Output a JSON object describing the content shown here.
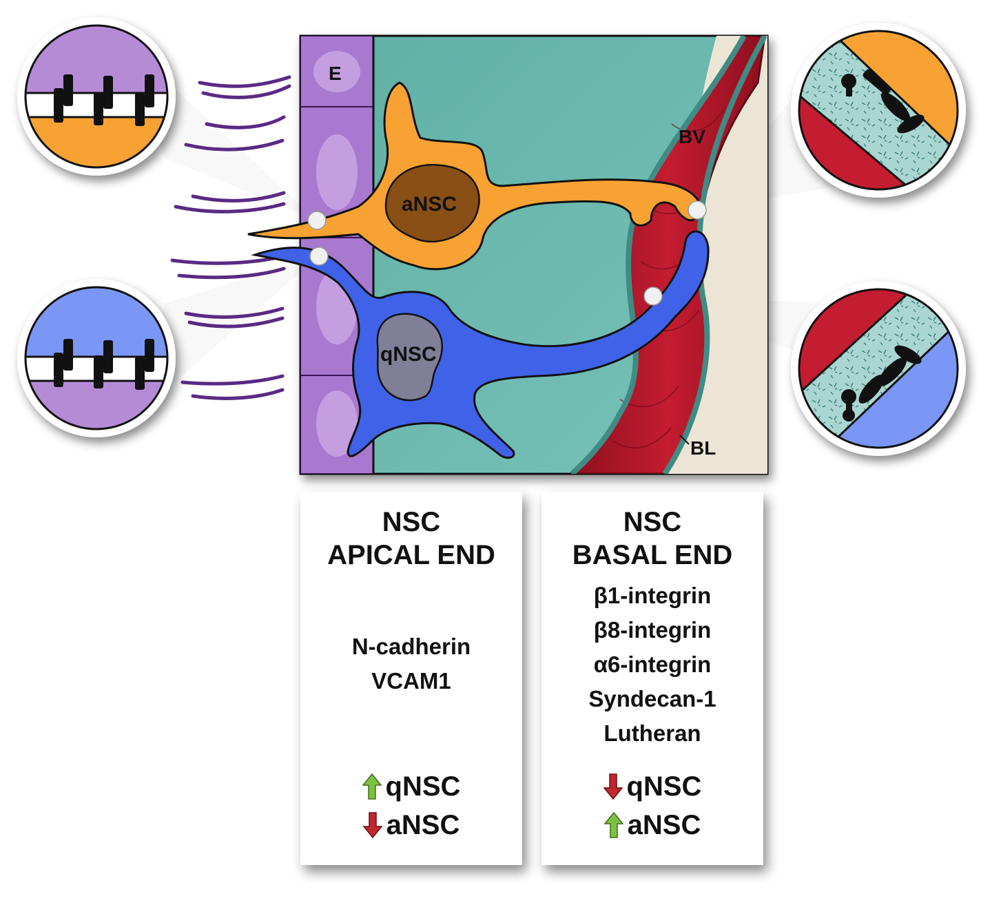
{
  "labels": {
    "ependymal": "E",
    "active_nsc": "aNSC",
    "quiescent_nsc": "qNSC",
    "blood_vessel": "BV",
    "basal_lamina": "BL"
  },
  "apical_panel": {
    "title_line1": "NSC",
    "title_line2": "APICAL END",
    "molecules": [
      "N-cadherin",
      "VCAM1"
    ],
    "effects": [
      {
        "direction": "up",
        "arrow_color": "#7cc242",
        "label": "qNSC"
      },
      {
        "direction": "down",
        "arrow_color": "#c1272d",
        "label": "aNSC"
      }
    ]
  },
  "basal_panel": {
    "title_line1": "NSC",
    "title_line2": "BASAL END",
    "molecules": [
      "β1-integrin",
      "β8-integrin",
      "α6-integrin",
      "Syndecan-1",
      "Lutheran"
    ],
    "effects": [
      {
        "direction": "down",
        "arrow_color": "#c1272d",
        "label": "qNSC"
      },
      {
        "direction": "up",
        "arrow_color": "#7cc242",
        "label": "aNSC"
      }
    ]
  },
  "colors": {
    "active_nsc": "#f7a233",
    "quiescent_nsc": "#3f62e8",
    "ependymal": "#b58bd6",
    "niche": "#6bbab0",
    "blood_vessel": "#b5182b",
    "basal_lamina": "#ece5d6"
  }
}
